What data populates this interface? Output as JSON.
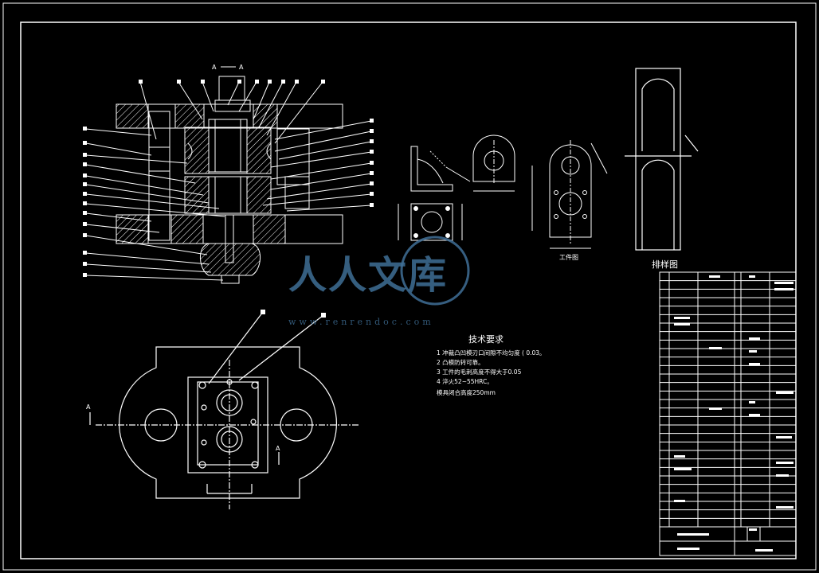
{
  "section_mark": {
    "left": "A",
    "right": "A"
  },
  "workpiece_caption": "工件图",
  "layout_caption": "排样图",
  "tech": {
    "title": "技术要求",
    "items": [
      "1  冲裁凸凹模刃口间隙不均匀度 ( 0.03。",
      "2  凸模防转可靠。",
      "3  工件的毛刺高度不得大于0.05",
      "4  淬火52~55HRC。",
      "   模具闭合高度250mm"
    ]
  },
  "plan_marks": {
    "a_left": "A",
    "a_right": "A"
  },
  "watermark": {
    "logo": "人人文库",
    "url": "www.renrendoc.com"
  },
  "colors": {
    "line": "#ffffff",
    "watermark": "#3f6f96",
    "background": "#000000"
  }
}
